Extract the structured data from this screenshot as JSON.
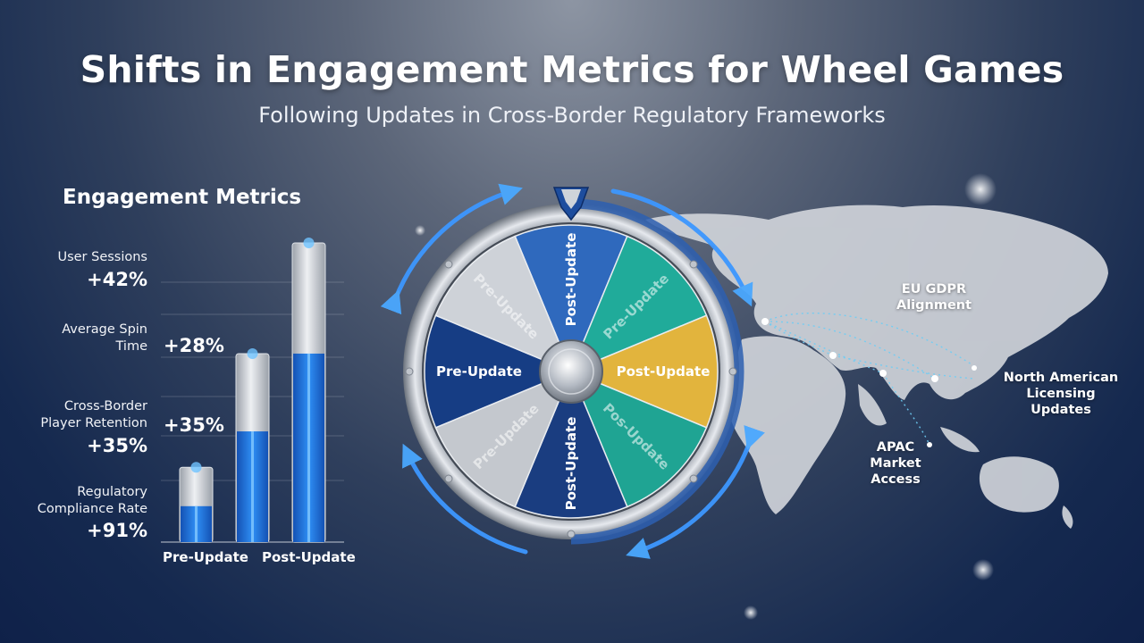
{
  "header": {
    "title": "Shifts in Engagement Metrics for Wheel Games",
    "subtitle": "Following Updates in Cross-Border Regulatory Frameworks"
  },
  "chart_data": {
    "type": "bar",
    "title": "Engagement Metrics",
    "categories": [
      "Pre-Update",
      "Post-Update"
    ],
    "bars": [
      {
        "label_position": "Pre-Update",
        "value": 25,
        "fill": 12
      },
      {
        "label_position": "between",
        "value": 63,
        "fill": 37
      },
      {
        "label_position": "Post-Update",
        "value": 100,
        "fill": 63
      }
    ],
    "ylim": [
      0,
      100
    ],
    "metrics": [
      {
        "label": "User Sessions",
        "value": "+42%"
      },
      {
        "label": "Average Spin Time",
        "value": "+28%"
      },
      {
        "label": "Cross-Border Player Retention",
        "value": "+35%",
        "secondary_value": "+35%"
      },
      {
        "label": "Regulatory Compliance Rate",
        "value": "+91%"
      }
    ]
  },
  "wheel": {
    "segments": [
      {
        "label": "Post-Update",
        "color": "#2f69bd"
      },
      {
        "label": "Pre-Update",
        "color": "#20ab9a"
      },
      {
        "label": "Post-Update",
        "color": "#e2b43d"
      },
      {
        "label": "Pos-Update",
        "color": "#1fa493"
      },
      {
        "label": "Post-Update",
        "color": "#1a3d80"
      },
      {
        "label": "Pre-Update",
        "color": "#c4c8ce"
      },
      {
        "label": "Pre-Update",
        "color": "#163d84"
      },
      {
        "label": "Pre-Update",
        "color": "#ced2d8"
      }
    ]
  },
  "map": {
    "labels": {
      "eu": "EU GDPR Alignment",
      "na": "North American Licensing Updates",
      "apac": "APAC Market Access"
    }
  },
  "colors": {
    "bar_fill": "#1f78e0",
    "bar_top": "#c8ccd2",
    "accent_gold": "#e2b43d",
    "accent_teal": "#20ab9a"
  }
}
